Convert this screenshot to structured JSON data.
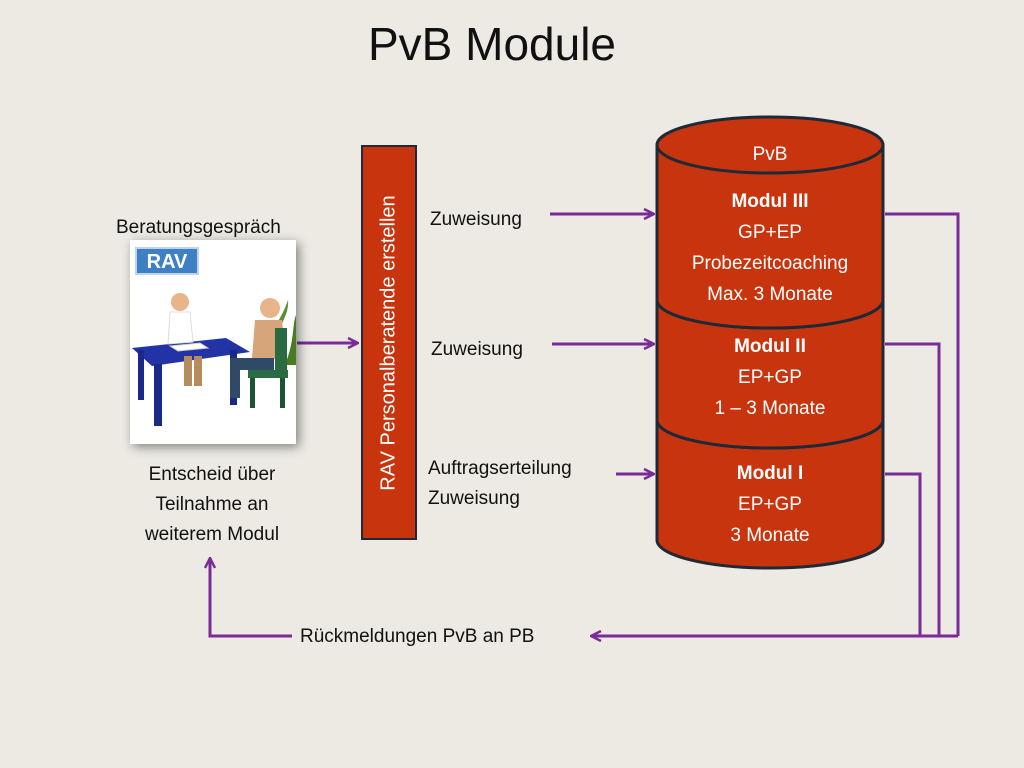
{
  "title": "PvB Module",
  "left": {
    "top_label": "Beratungsgespräch",
    "logo_text": "RAV",
    "bottom_label": [
      "Entscheid über",
      "Teilnahme an",
      "weiterem Modul"
    ]
  },
  "bar_label": "RAV Personalberatende erstellen",
  "arrows": {
    "zuweisung_1": "Zuweisung",
    "zuweisung_2": "Zuweisung",
    "auftrag": [
      "Auftragserteilung",
      "Zuweisung"
    ],
    "feedback": "Rückmeldungen PvB an PB"
  },
  "cylinder": {
    "top_label": "PvB",
    "modules": [
      {
        "name": "Modul III",
        "lines": [
          "GP+EP",
          "Probezeitcoaching",
          "Max. 3 Monate"
        ]
      },
      {
        "name": "Modul II",
        "lines": [
          "EP+GP",
          "1 – 3 Monate"
        ]
      },
      {
        "name": "Modul I",
        "lines": [
          "EP+GP",
          "3 Monate"
        ]
      }
    ]
  },
  "colors": {
    "background": "#ECEAE3",
    "cylinder_fill": "#C8340E",
    "cylinder_stroke": "#1F2A36",
    "arrow": "#7A2B97"
  }
}
